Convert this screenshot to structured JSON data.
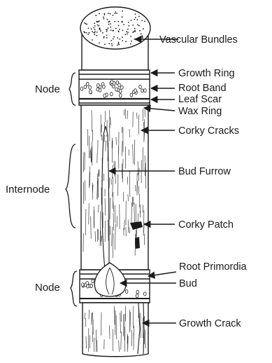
{
  "labels": {
    "vascular_bundles": "Vascular Bundles",
    "growth_ring": "Growth Ring",
    "root_band": "Root Band",
    "leaf_scar": "Leaf Scar",
    "wax_ring": "Wax Ring",
    "corky_cracks": "Corky Cracks",
    "bud_furrow": "Bud Furrow",
    "corky_patch": "Corky Patch",
    "root_primordia": "Root Primordia",
    "bud": "Bud",
    "growth_crack": "Growth Crack"
  },
  "regions": {
    "node_top": "Node",
    "internode": "Internode",
    "node_bottom": "Node"
  },
  "colors": {
    "ink": "#1a1a1a",
    "paper": "#ffffff"
  }
}
